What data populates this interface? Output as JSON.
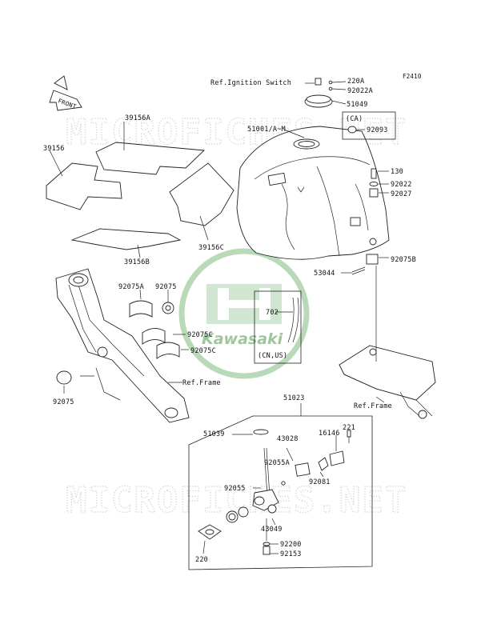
{
  "figure_code": "F2410",
  "front_marker": "FRONT",
  "watermark": "MICROFICHES.NET",
  "brand": "Kawasaki",
  "labels": {
    "ref_ignition": "Ref.Ignition Switch",
    "p220A": "220A",
    "p92022A": "92022A",
    "p51049": "51049",
    "p51001": "51001/A~M",
    "ca": "(CA)",
    "p92093": "92093",
    "p130": "130",
    "p92022": "92022",
    "p92027": "92027",
    "p92075B": "92075B",
    "p53044": "53044",
    "p702": "702",
    "cn_us": "(CN,US)",
    "p39156A": "39156A",
    "p39156": "39156",
    "p39156C": "39156C",
    "p39156B": "39156B",
    "p92075A": "92075A",
    "p92075_top": "92075",
    "p92075C_1": "92075C",
    "p92075C_2": "92075C",
    "ref_frame_left": "Ref.Frame",
    "p92075_bottom": "92075",
    "ref_frame_right": "Ref.Frame",
    "p51023": "51023",
    "p51039": "51039",
    "p43028": "43028",
    "p16146": "16146",
    "p221": "221",
    "p92055A": "92055A",
    "p92081": "92081",
    "p92055": "92055",
    "p43049": "43049",
    "p220": "220",
    "p92200": "92200",
    "p92153": "92153"
  }
}
